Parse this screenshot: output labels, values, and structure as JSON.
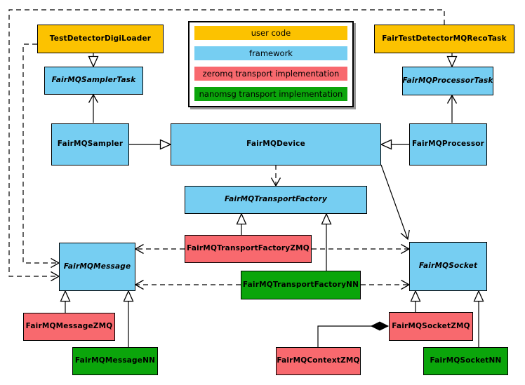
{
  "categories": {
    "user_code": "#FCC200",
    "framework": "#76CEF2",
    "zeromq": "#F8696E",
    "nanomsg": "#0BA50B"
  },
  "legend": {
    "items": [
      {
        "label": "user code",
        "category": "user_code"
      },
      {
        "label": "framework",
        "category": "framework"
      },
      {
        "label": "zeromq transport implementation",
        "category": "zeromq"
      },
      {
        "label": "nanomsg transport implementation",
        "category": "nanomsg"
      }
    ]
  },
  "nodes": {
    "test_detector_digi_loader": {
      "label": "TestDetectorDigiLoader",
      "category": "user_code",
      "abstract": false
    },
    "fair_test_detector_mq_reco_task": {
      "label": "FairTestDetectorMQRecoTask",
      "category": "user_code",
      "abstract": false
    },
    "fairmq_sampler_task": {
      "label": "FairMQSamplerTask",
      "category": "framework",
      "abstract": true
    },
    "fairmq_processor_task": {
      "label": "FairMQProcessorTask",
      "category": "framework",
      "abstract": true
    },
    "fairmq_sampler": {
      "label": "FairMQSampler",
      "category": "framework",
      "abstract": false
    },
    "fairmq_device": {
      "label": "FairMQDevice",
      "category": "framework",
      "abstract": false
    },
    "fairmq_processor": {
      "label": "FairMQProcessor",
      "category": "framework",
      "abstract": false
    },
    "fairmq_transport_factory": {
      "label": "FairMQTransportFactory",
      "category": "framework",
      "abstract": true
    },
    "fairmq_transport_factory_zmq": {
      "label": "FairMQTransportFactoryZMQ",
      "category": "zeromq",
      "abstract": false
    },
    "fairmq_transport_factory_nn": {
      "label": "FairMQTransportFactoryNN",
      "category": "nanomsg",
      "abstract": false
    },
    "fairmq_message": {
      "label": "FairMQMessage",
      "category": "framework",
      "abstract": true
    },
    "fairmq_socket": {
      "label": "FairMQSocket",
      "category": "framework",
      "abstract": true
    },
    "fairmq_message_zmq": {
      "label": "FairMQMessageZMQ",
      "category": "zeromq",
      "abstract": false
    },
    "fairmq_message_nn": {
      "label": "FairMQMessageNN",
      "category": "nanomsg",
      "abstract": false
    },
    "fairmq_socket_zmq": {
      "label": "FairMQSocketZMQ",
      "category": "zeromq",
      "abstract": false
    },
    "fairmq_socket_nn": {
      "label": "FairMQSocketNN",
      "category": "nanomsg",
      "abstract": false
    },
    "fairmq_context_zmq": {
      "label": "FairMQContextZMQ",
      "category": "zeromq",
      "abstract": false
    }
  },
  "edges": [
    {
      "from": "TestDetectorDigiLoader",
      "to": "FairMQSamplerTask",
      "type": "inheritance"
    },
    {
      "from": "FairMQSampler",
      "to": "FairMQSamplerTask",
      "type": "association"
    },
    {
      "from": "FairMQSampler",
      "to": "FairMQDevice",
      "type": "inheritance"
    },
    {
      "from": "FairMQProcessor",
      "to": "FairMQDevice",
      "type": "inheritance"
    },
    {
      "from": "FairTestDetectorMQRecoTask",
      "to": "FairMQProcessorTask",
      "type": "inheritance"
    },
    {
      "from": "FairMQProcessor",
      "to": "FairMQProcessorTask",
      "type": "association"
    },
    {
      "from": "FairMQDevice",
      "to": "FairMQTransportFactory",
      "type": "dependency"
    },
    {
      "from": "FairMQDevice",
      "to": "FairMQSocket",
      "type": "association"
    },
    {
      "from": "FairMQTransportFactoryZMQ",
      "to": "FairMQTransportFactory",
      "type": "inheritance"
    },
    {
      "from": "FairMQTransportFactoryNN",
      "to": "FairMQTransportFactory",
      "type": "inheritance"
    },
    {
      "from": "TestDetectorDigiLoader",
      "to": "FairMQMessage",
      "type": "dependency"
    },
    {
      "from": "FairTestDetectorMQRecoTask",
      "to": "FairMQMessage",
      "type": "dependency"
    },
    {
      "from": "FairMQTransportFactoryZMQ",
      "to": "FairMQMessage",
      "type": "dependency"
    },
    {
      "from": "FairMQTransportFactoryNN",
      "to": "FairMQMessage",
      "type": "dependency"
    },
    {
      "from": "FairMQTransportFactoryZMQ",
      "to": "FairMQSocket",
      "type": "dependency"
    },
    {
      "from": "FairMQTransportFactoryNN",
      "to": "FairMQSocket",
      "type": "dependency"
    },
    {
      "from": "FairMQMessageZMQ",
      "to": "FairMQMessage",
      "type": "inheritance"
    },
    {
      "from": "FairMQMessageNN",
      "to": "FairMQMessage",
      "type": "inheritance"
    },
    {
      "from": "FairMQSocketZMQ",
      "to": "FairMQSocket",
      "type": "inheritance"
    },
    {
      "from": "FairMQSocketNN",
      "to": "FairMQSocket",
      "type": "inheritance"
    },
    {
      "from": "FairMQContextZMQ",
      "to": "FairMQSocketZMQ",
      "type": "composition"
    }
  ],
  "colors": {
    "line": "#000000",
    "background": "#FFFFFF",
    "legend_shadow": "#9A9A9A"
  }
}
